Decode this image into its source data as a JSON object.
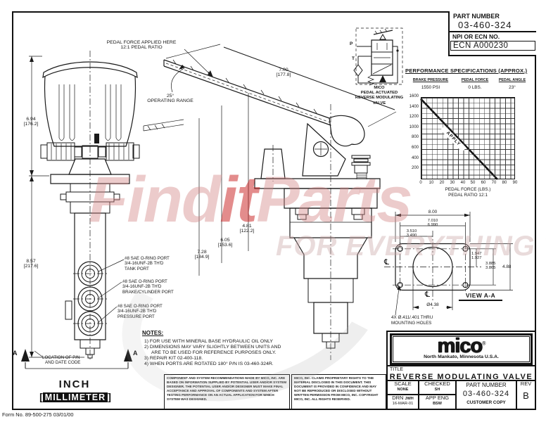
{
  "part_block": {
    "part_number_label": "PART NUMBER",
    "part_number": "03-460-324",
    "npi_label": "NPI OR ECN NO.",
    "ecn": "ECN A000230"
  },
  "performance": {
    "title": "PERFORMANCE SPECIFICATIONS (APPROX.)",
    "col1_label": "BRAKE PRESSURE",
    "col2_label": "PEDAL FORCE",
    "col3_label": "PEDAL ANGLE",
    "col1_value": "1550 PSI",
    "col2_value": "0 LBS.",
    "col3_value": "23°",
    "apply_label": "APPLY",
    "xlabel": "PEDAL FORCE (LBS.)",
    "xlabel2": "PEDAL RATIO 12:1"
  },
  "chart_data": {
    "type": "line",
    "title": "PERFORMANCE SPECIFICATIONS (APPROX.)",
    "xlabel": "PEDAL FORCE (LBS.)",
    "xlabel_note": "PEDAL RATIO 12:1",
    "ylabel": "",
    "xlim": [
      0,
      90
    ],
    "ylim": [
      0,
      1600
    ],
    "x_ticks": [
      0,
      10,
      20,
      30,
      40,
      50,
      60,
      70,
      80,
      90
    ],
    "y_ticks": [
      1600,
      1400,
      1200,
      1000,
      800,
      600,
      400,
      200
    ],
    "grid": true,
    "series": [
      {
        "name": "APPLY",
        "x": [
          0,
          73
        ],
        "y": [
          1550,
          0
        ]
      }
    ],
    "annotations": [
      "APPLY"
    ],
    "spec_table": {
      "headers": [
        "BRAKE PRESSURE",
        "PEDAL FORCE",
        "PEDAL ANGLE"
      ],
      "values": [
        "1550 PSI",
        "0 LBS.",
        "23°"
      ]
    }
  },
  "view_aa": {
    "label": "VIEW A-A",
    "dim_800": "8.00",
    "dim_7010": "7.010",
    "dim_6990": "6.990",
    "dim_3510": "3.510",
    "dim_3490": "3.490",
    "dim_1947": "1.947",
    "dim_1927": "1.927",
    "dim_3885": "3.885",
    "dim_3865": "3.865",
    "dim_488": "4.88",
    "dim_bore": "Ø4.38",
    "holes_note_1": "4X Ø.411/.401 THRU",
    "holes_note_2": "MOUNTING HOLES",
    "centerline_symbol": "℄"
  },
  "front_view": {
    "dim_a": "6.94",
    "dim_a_mm": "[176.2]",
    "dim_b": "8.57",
    "dim_b_mm": "[217.6]",
    "ports": [
      {
        "line1": "#8 SAE O-RING PORT",
        "line2": "3/4-16UNF-2B TH'D",
        "line3": "TANK PORT"
      },
      {
        "line1": "#8 SAE O-RING PORT",
        "line2": "3/4-16UNF-2B TH'D",
        "line3": "BRAKE/CYLINDER PORT"
      },
      {
        "line1": "#8 SAE O-RING PORT",
        "line2": "3/4-16UNF-2B TH'D",
        "line3": "PRESSURE PORT"
      }
    ],
    "location_note_1": "LOCATION OF P/N",
    "location_note_2": "AND DATE CODE",
    "section_letter_left": "A",
    "section_letter_right": "A"
  },
  "side_view": {
    "pedal_note_1": "PEDAL FORCE APPLIED HERE",
    "pedal_note_2": "12:1 PEDAL RATIO",
    "range_angle": "25°",
    "range_label": "OPERATING RANGE",
    "dim_length": "7.00",
    "dim_length_mm": "[177.8]",
    "dim_h1": "4.81",
    "dim_h1_mm": "[122.2]",
    "dim_h2": "6.05",
    "dim_h2_mm": "[153.6]",
    "dim_h3": "7.28",
    "dim_h3_mm": "[184.9]"
  },
  "schematic": {
    "caption_1": "MICO",
    "caption_2": "PEDAL ACTUATED",
    "caption_3": "REVERSE MODULATING",
    "caption_4": "VALVE",
    "port_p": "P",
    "port_t": "T"
  },
  "notes": {
    "title": "NOTES:",
    "items": [
      "1)  FOR USE WITH MINERAL BASE HYDRAULIC OIL ONLY",
      "2)  DIMENSIONS MAY VARY SLIGHTLY BETWEEN UNITS AND ARE TO BE USED FOR REFERENCE PURPOSES ONLY.",
      "3)  REPAIR KIT 02-400-118.",
      "4)  WHEN PORTS ARE ROTATED 180° P/N IS 03-460-324R."
    ]
  },
  "units": {
    "inch": "INCH",
    "bracket_open": "[",
    "millimeter": "MILLIMETER",
    "bracket_close": "]"
  },
  "disclaimer": {
    "left": "COMPONENT AND SYSTEM RECOMMENDATIONS MADE BY MICO, INC. ARE BASED ON INFORMATION SUPPLIED BY POTENTIAL USER AND/OR SYSTEM DESIGNER. THE POTENTIAL USER AND/OR DESIGNER MUST MAKE FINAL ACCEPTANCE AND APPROVAL OF COMPONENTS AND SYSTEM AFTER TESTING PERFORMANCE ON AN ACTUAL APPLICATION FOR WHICH SYSTEM WAS DESIGNED.",
    "right": "MICO, INC. CLAIMS PROPRIETARY RIGHTS TO THE MATERIAL DISCLOSED IN THIS DOCUMENT. THIS DOCUMENT IS PROVIDED IN CONFIDENCE AND MAY NOT BE REPRODUCED OR DISCLOSED WITHOUT WRITTEN PERMISSION FROM MICO, INC. COPYRIGHT MICO, INC. ALL RIGHTS RESERVED."
  },
  "title_block": {
    "logo_text": "mico",
    "logo_reg": "®",
    "location": "North Mankato, Minnesota U.S.A.",
    "title_label": "TITLE",
    "title": "REVERSE MODULATING VALVE",
    "scale_label": "SCALE",
    "scale_value": "NONE",
    "checked_label": "CHECKED",
    "checked_value": "SH",
    "pn_label": "PART NUMBER",
    "pn_value": "03-460-324",
    "rev_label": "REV",
    "rev_value": "B",
    "drn_label": "DRN",
    "drn_value": "JWH",
    "drn_date": "16-MAR-01",
    "app_label": "APP ENG",
    "app_value": "BSW",
    "copy_note": "CUSTOMER COPY"
  },
  "footer": {
    "form_no": "Form No.  89-500-275    03/01/00"
  },
  "watermark": {
    "part1": "Find",
    "part2": "it",
    "part3": "Parts",
    "tagline": "FOR EVERYTHING THAT MOVES"
  }
}
